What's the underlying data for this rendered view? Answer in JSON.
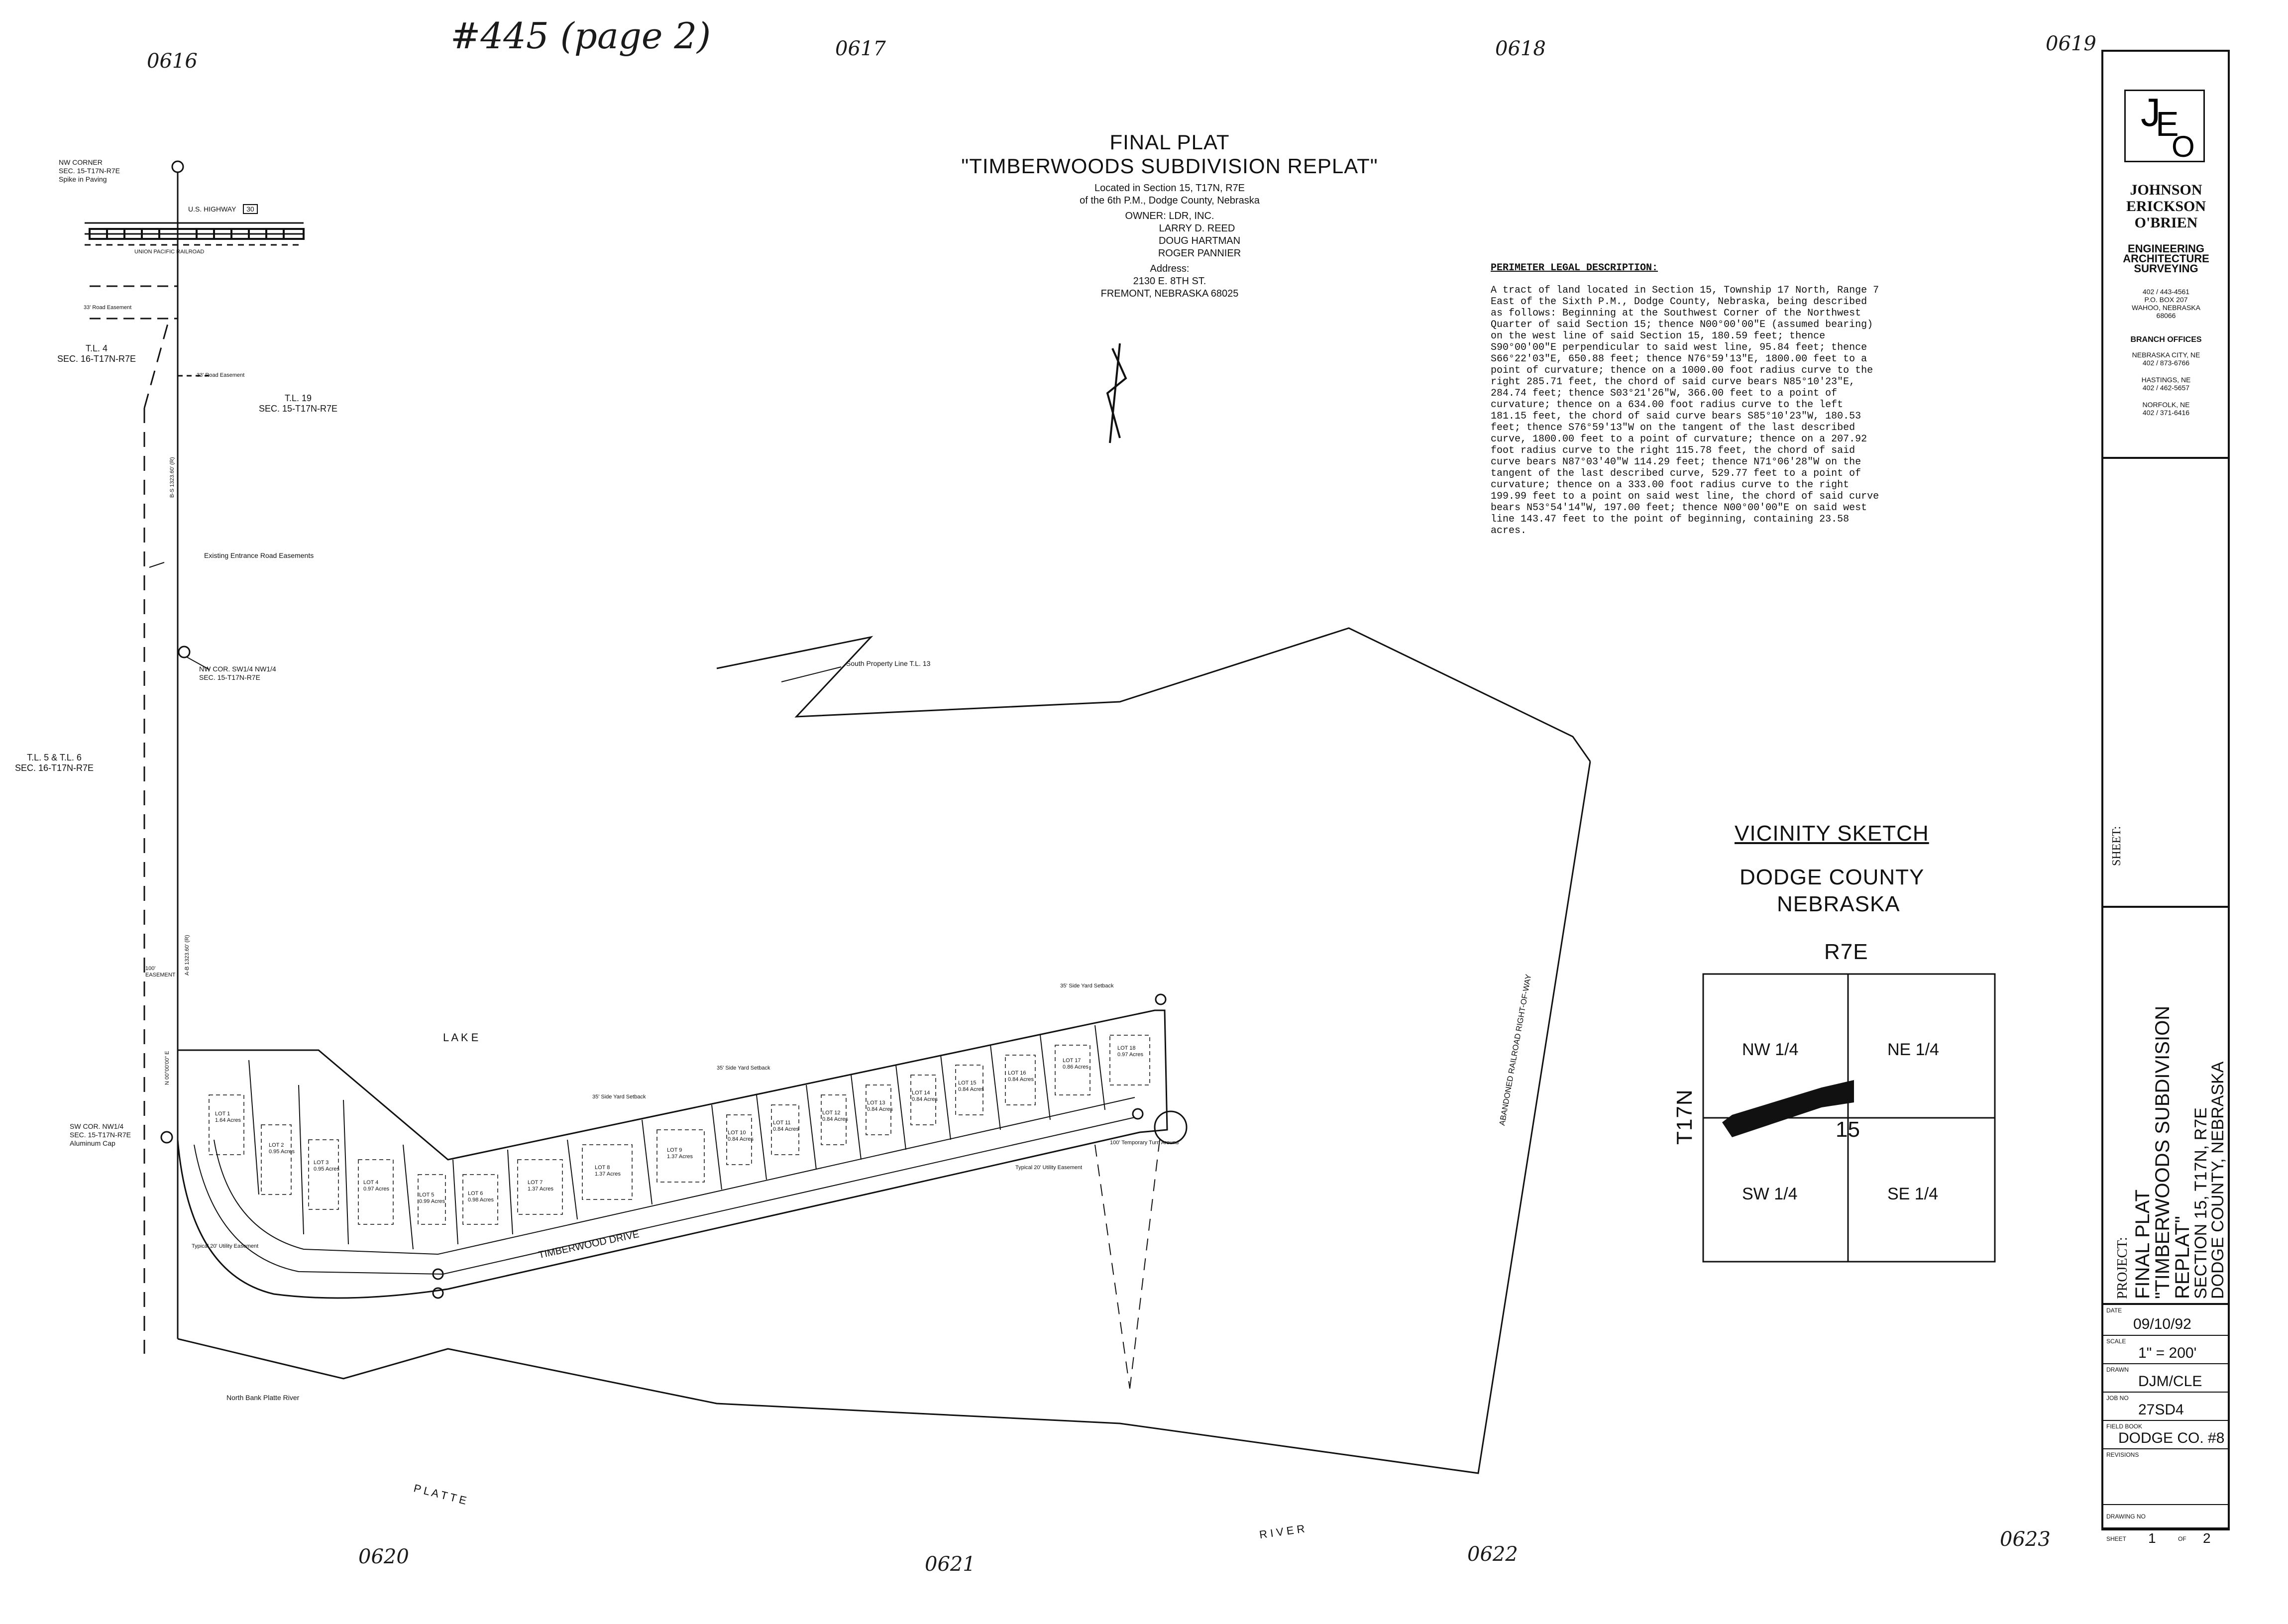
{
  "handwriting": {
    "top_label": "#445 (page 2)",
    "corner_numbers_top": [
      "0616",
      "0617",
      "0618",
      "0619"
    ],
    "corner_numbers_bottom": [
      "0620",
      "0621",
      "0622",
      "0623"
    ]
  },
  "title": {
    "line1": "FINAL PLAT",
    "line2": "\"TIMBERWOODS SUBDIVISION REPLAT\"",
    "located_1": "Located in Section 15, T17N, R7E",
    "located_2": "of the 6th P.M., Dodge County, Nebraska",
    "owner_label": "OWNER:",
    "owners": [
      "LDR, INC.",
      "LARRY D. REED",
      "DOUG HARTMAN",
      "ROGER PANNIER"
    ],
    "address_label": "Address:",
    "address_1": "2130 E. 8TH ST.",
    "address_2": "FREMONT, NEBRASKA 68025"
  },
  "legal": {
    "heading": "PERIMETER LEGAL DESCRIPTION:",
    "lines": [
      "A tract of land located in Section 15, Township 17 North, Range 7",
      "East of the Sixth P.M., Dodge County, Nebraska, being described",
      "as follows:  Beginning at the Southwest Corner of the Northwest",
      "Quarter of said Section 15; thence N00°00'00\"E (assumed bearing)",
      "on the west line of said Section 15, 180.59 feet; thence",
      "S90°00'00\"E perpendicular to said west line, 95.84 feet; thence",
      "S66°22'03\"E, 650.88 feet; thence N76°59'13\"E, 1800.00 feet to a",
      "point of curvature; thence on a 1000.00 foot radius curve to the",
      "right 285.71 feet, the chord of said curve bears N85°10'23\"E,",
      "284.74 feet; thence S03°21'26\"W, 366.00 feet to a point of",
      "curvature; thence on a 634.00 foot radius curve to the left",
      "181.15 feet, the chord of said curve bears S85°10'23\"W, 180.53",
      "feet; thence S76°59'13\"W on the tangent of the last described",
      "curve, 1800.00 feet to a point of curvature; thence on a 207.92",
      "foot radius curve to the right 115.78 feet, the chord of said",
      "curve bears N87°03'40\"W 114.29 feet; thence N71°06'28\"W on the",
      "tangent of the last described curve, 529.77 feet to a point of",
      "curvature; thence on a 333.00 foot radius curve to the right",
      "199.99 feet to a point on said west line, the chord of said curve",
      "bears N53°54'14\"W, 197.00 feet; thence N00°00'00\"E on said west",
      "line 143.47 feet to the point of beginning, containing 23.58",
      "acres."
    ]
  },
  "map_labels": {
    "nw_corner": [
      "NW CORNER",
      "SEC. 15-T17N-R7E",
      "Spike in Paving"
    ],
    "us_highway": "U.S. HIGHWAY",
    "highway_no": "30",
    "railroad": "UNION PACIFIC RAILROAD",
    "road_easement_1": "33' Road Easement",
    "road_easement_2": "33' Road Easement",
    "tl4": [
      "T.L. 4",
      "SEC. 16-T17N-R7E"
    ],
    "tl19": [
      "T.L. 19",
      "SEC. 15-T17N-R7E"
    ],
    "existing_entrance": "Existing Entrance Road Easements",
    "nw_cor_sw": [
      "NW COR. SW1/4 NW1/4",
      "SEC. 15-T17N-R7E"
    ],
    "tl5": [
      "T.L. 5 & T.L. 6",
      "SEC. 16-T17N-R7E"
    ],
    "south_property": "South Property Line T.L. 13",
    "sw_cor": [
      "SW COR. NW1/4",
      "SEC. 15-T17N-R7E",
      "Aluminum Cap"
    ],
    "lake": "L A K E",
    "timberwood": "TIMBERWOOD DRIVE",
    "platte": "P L A T T E",
    "river": "R I V E R",
    "north_bank": "North Bank Platte River",
    "abandoned": "ABANDONED RAILROAD RIGHT-OF-WAY",
    "utility_easement": "Typical 20' Utility Easement",
    "side_setback": "35' Side Yard Setback",
    "turn_around": "100' Temporary Turn Around",
    "line_bearing_1": "N 00°00'00\" E",
    "line_bearing_2": "B-S 1323.60' (R)",
    "line_bearing_3": "A-B 1323.60' (R)",
    "easement_100": "100' EASEMENT"
  },
  "lots": [
    {
      "name": "LOT 1",
      "acres": "1.64 Acres"
    },
    {
      "name": "LOT 2",
      "acres": "0.95 Acres"
    },
    {
      "name": "LOT 3",
      "acres": "0.95 Acres"
    },
    {
      "name": "LOT 4",
      "acres": "0.97 Acres"
    },
    {
      "name": "LOT 5",
      "acres": "0.99 Acres"
    },
    {
      "name": "LOT 6",
      "acres": "0.98 Acres"
    },
    {
      "name": "LOT 7",
      "acres": "1.37 Acres"
    },
    {
      "name": "LOT 8",
      "acres": "1.37 Acres"
    },
    {
      "name": "LOT 9",
      "acres": "1.37 Acres"
    },
    {
      "name": "LOT 10",
      "acres": "0.84 Acres"
    },
    {
      "name": "LOT 11",
      "acres": "0.84 Acres"
    },
    {
      "name": "LOT 12",
      "acres": "0.84 Acres"
    },
    {
      "name": "LOT 13",
      "acres": "0.84 Acres"
    },
    {
      "name": "LOT 14",
      "acres": "0.84 Acres"
    },
    {
      "name": "LOT 15",
      "acres": "0.84 Acres"
    },
    {
      "name": "LOT 16",
      "acres": "0.84 Acres"
    },
    {
      "name": "LOT 17",
      "acres": "0.86 Acres"
    },
    {
      "name": "LOT 18",
      "acres": "0.97 Acres"
    }
  ],
  "vicinity": {
    "title": "VICINITY SKETCH",
    "county": "DODGE COUNTY",
    "state": "NEBRASKA",
    "range": "R7E",
    "township": "T17N",
    "section": "15",
    "quarters": [
      "NW 1/4",
      "NE 1/4",
      "SW 1/4",
      "SE 1/4"
    ]
  },
  "title_block": {
    "firm": [
      "JOHNSON",
      "ERICKSON",
      "O'BRIEN"
    ],
    "services": [
      "ENGINEERING",
      "ARCHITECTURE",
      "SURVEYING"
    ],
    "phone": "402 / 443-4561",
    "po_box": "P.O. BOX 207",
    "city": "WAHOO, NEBRASKA",
    "zip": "68066",
    "branch_heading": "BRANCH OFFICES",
    "branch_1": [
      "NEBRASKA CITY, NE",
      "402 / 873-6766"
    ],
    "branch_2": [
      "HASTINGS, NE",
      "402 / 462-5657"
    ],
    "branch_3": [
      "NORFOLK, NE",
      "402 / 371-6416"
    ],
    "sheet_label": "SHEET:",
    "project_label": "PROJECT:",
    "project": [
      "FINAL PLAT",
      "\"TIMBERWOODS SUBDIVISION REPLAT\"",
      "SECTION 15, T17N, R7E",
      "DODGE COUNTY, NEBRASKA"
    ],
    "date_label": "DATE",
    "date": "09/10/92",
    "scale_label": "SCALE",
    "scale": "1\" = 200'",
    "drawn_label": "DRAWN",
    "drawn": "DJM/CLE",
    "job_label": "JOB NO",
    "job": "27SD4",
    "fieldbook_label": "FIELD BOOK",
    "fieldbook": "DODGE CO. #8",
    "revisions_label": "REVISIONS",
    "drawing_label": "DRAWING NO",
    "sheet_word": "SHEET",
    "sheet_no": "1",
    "of_word": "OF",
    "sheet_total": "2"
  }
}
